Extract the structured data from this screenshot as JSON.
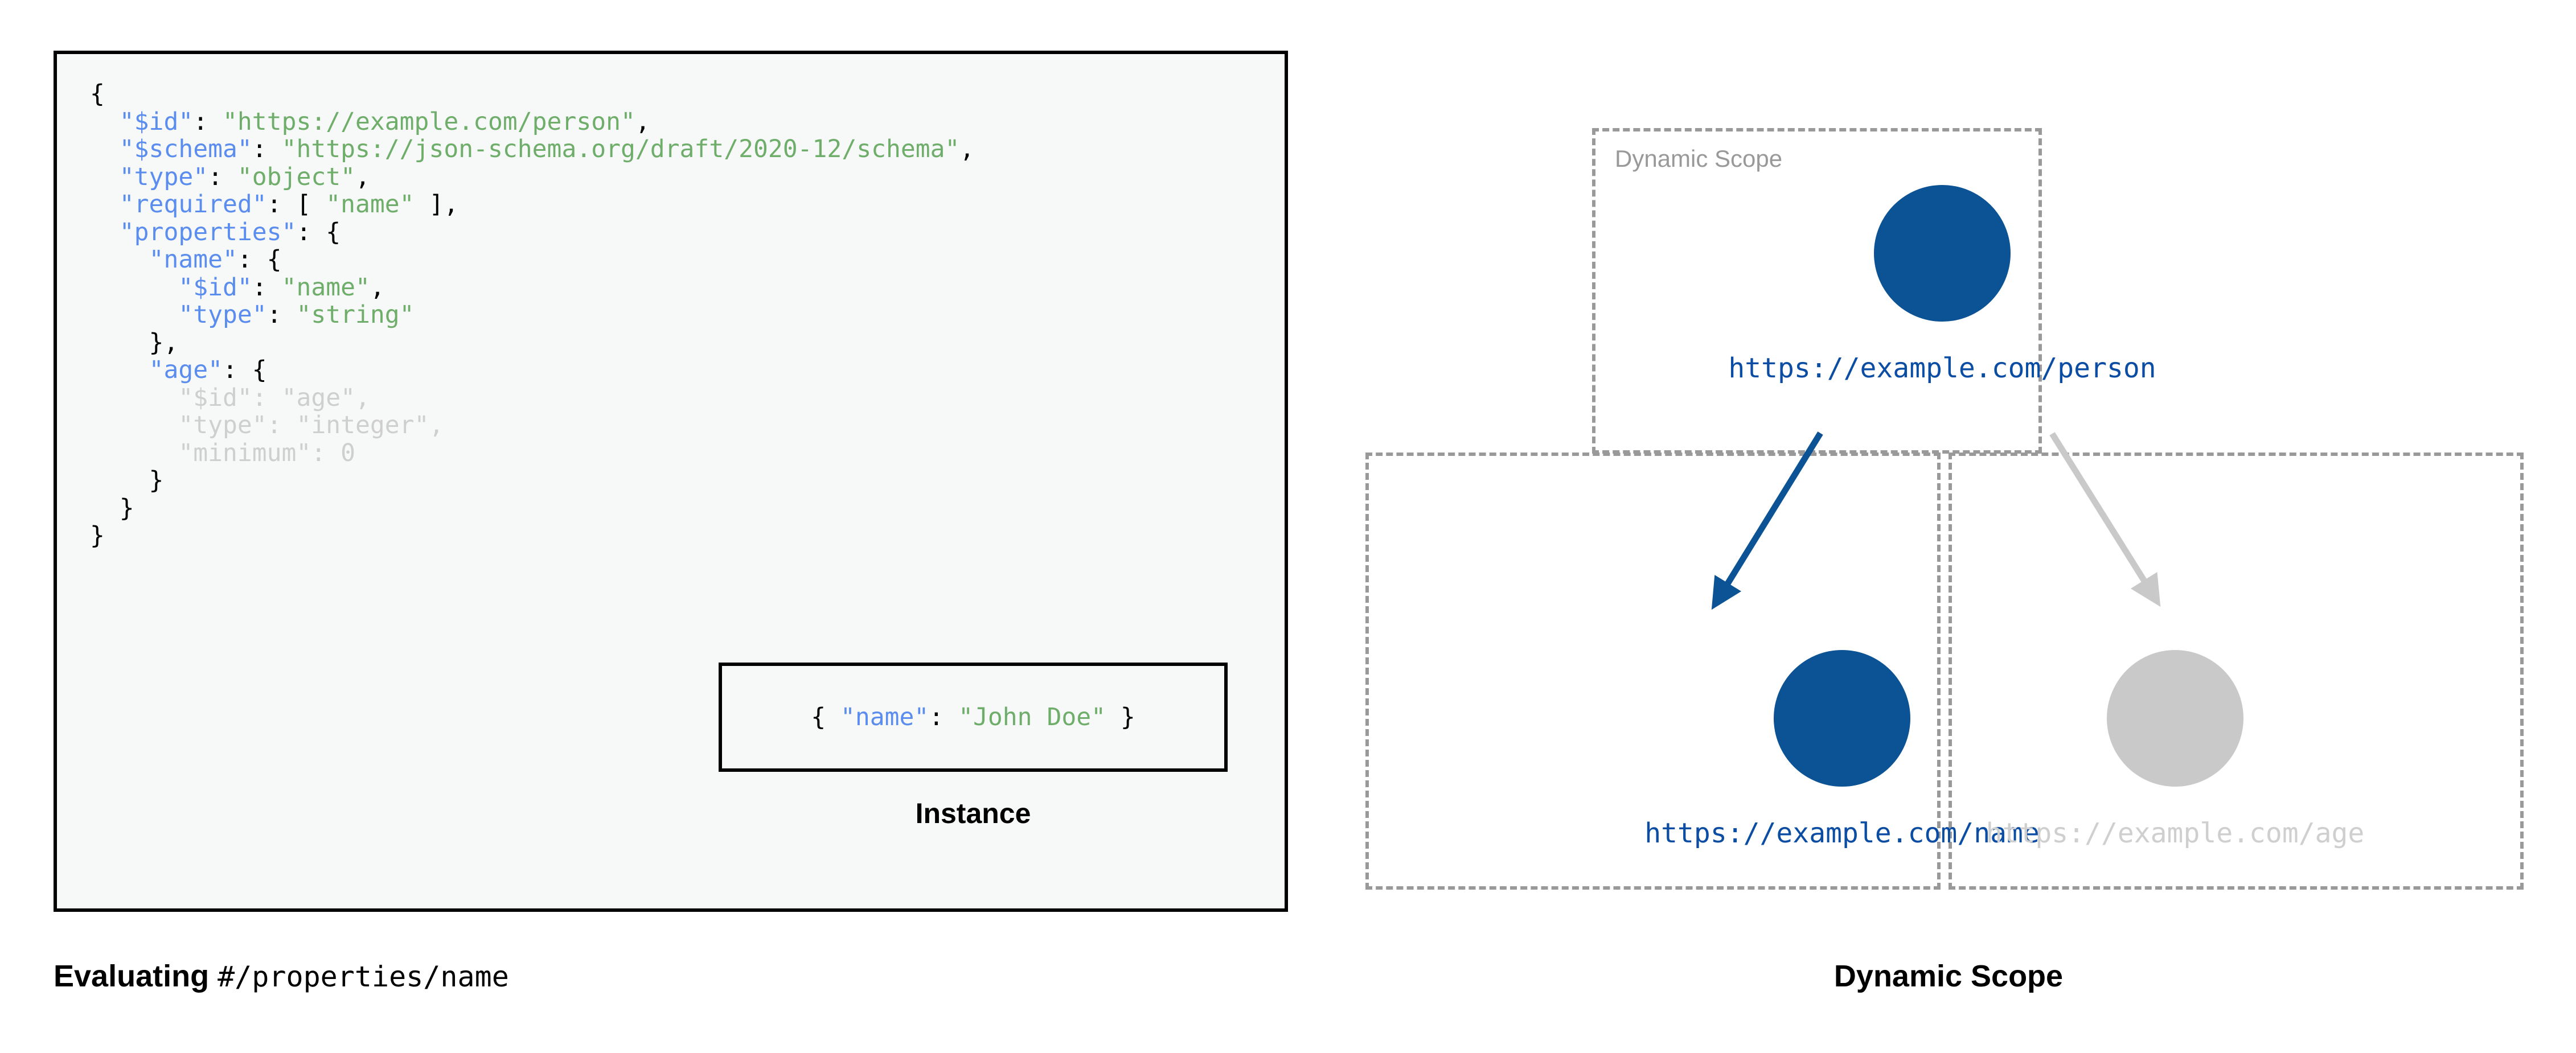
{
  "colors": {
    "key_blue": "#5b8def",
    "value_green": "#6fae6a",
    "punctuation": "#000000",
    "dimmed_gray": "#cfcfcf",
    "node_blue": "#0b5394",
    "node_gray": "#c9c9c9",
    "label_blue": "#0b4da2",
    "label_gray": "#cfcfcf",
    "dashed_border_gray": "#999999",
    "panel_background": "#f7f8f8",
    "panel_border": "#000000"
  },
  "schema_panel": {
    "code_lines": [
      [
        {
          "t": "{",
          "c": "p"
        }
      ],
      [
        {
          "t": "  ",
          "c": "p"
        },
        {
          "t": "\"$id\"",
          "c": "k"
        },
        {
          "t": ": ",
          "c": "p"
        },
        {
          "t": "\"https://example.com/person\"",
          "c": "v"
        },
        {
          "t": ",",
          "c": "p"
        }
      ],
      [
        {
          "t": "  ",
          "c": "p"
        },
        {
          "t": "\"$schema\"",
          "c": "k"
        },
        {
          "t": ": ",
          "c": "p"
        },
        {
          "t": "\"https://json-schema.org/draft/2020-12/schema\"",
          "c": "v"
        },
        {
          "t": ",",
          "c": "p"
        }
      ],
      [
        {
          "t": "  ",
          "c": "p"
        },
        {
          "t": "\"type\"",
          "c": "k"
        },
        {
          "t": ": ",
          "c": "p"
        },
        {
          "t": "\"object\"",
          "c": "v"
        },
        {
          "t": ",",
          "c": "p"
        }
      ],
      [
        {
          "t": "  ",
          "c": "p"
        },
        {
          "t": "\"required\"",
          "c": "k"
        },
        {
          "t": ": [ ",
          "c": "p"
        },
        {
          "t": "\"name\"",
          "c": "v"
        },
        {
          "t": " ],",
          "c": "p"
        }
      ],
      [
        {
          "t": "  ",
          "c": "p"
        },
        {
          "t": "\"properties\"",
          "c": "k"
        },
        {
          "t": ": {",
          "c": "p"
        }
      ],
      [
        {
          "t": "    ",
          "c": "p"
        },
        {
          "t": "\"name\"",
          "c": "k"
        },
        {
          "t": ": {",
          "c": "p"
        }
      ],
      [
        {
          "t": "      ",
          "c": "p"
        },
        {
          "t": "\"$id\"",
          "c": "k"
        },
        {
          "t": ": ",
          "c": "p"
        },
        {
          "t": "\"name\"",
          "c": "v"
        },
        {
          "t": ",",
          "c": "p"
        }
      ],
      [
        {
          "t": "      ",
          "c": "p"
        },
        {
          "t": "\"type\"",
          "c": "k"
        },
        {
          "t": ": ",
          "c": "p"
        },
        {
          "t": "\"string\"",
          "c": "v"
        }
      ],
      [
        {
          "t": "    },",
          "c": "p"
        }
      ],
      [
        {
          "t": "    ",
          "c": "p"
        },
        {
          "t": "\"age\"",
          "c": "k-soft"
        },
        {
          "t": ": {",
          "c": "p"
        }
      ],
      [
        {
          "t": "      ",
          "c": "dim-p"
        },
        {
          "t": "\"$id\"",
          "c": "dim-k"
        },
        {
          "t": ": ",
          "c": "dim-p"
        },
        {
          "t": "\"age\"",
          "c": "dim-v"
        },
        {
          "t": ",",
          "c": "dim-p"
        }
      ],
      [
        {
          "t": "      ",
          "c": "dim-p"
        },
        {
          "t": "\"type\"",
          "c": "dim-k"
        },
        {
          "t": ": ",
          "c": "dim-p"
        },
        {
          "t": "\"integer\"",
          "c": "dim-v"
        },
        {
          "t": ",",
          "c": "dim-p"
        }
      ],
      [
        {
          "t": "      ",
          "c": "dim-p"
        },
        {
          "t": "\"minimum\"",
          "c": "dim-k"
        },
        {
          "t": ": ",
          "c": "dim-p"
        },
        {
          "t": "0",
          "c": "dim-v"
        }
      ],
      [
        {
          "t": "    }",
          "c": "p"
        }
      ],
      [
        {
          "t": "  }",
          "c": "p"
        }
      ],
      [
        {
          "t": "}",
          "c": "p"
        }
      ]
    ]
  },
  "instance": {
    "code_parts": [
      {
        "t": "{ ",
        "c": "p"
      },
      {
        "t": "\"name\"",
        "c": "k"
      },
      {
        "t": ": ",
        "c": "p"
      },
      {
        "t": "\"John Doe\"",
        "c": "v"
      },
      {
        "t": " }",
        "c": "p"
      }
    ],
    "caption": "Instance"
  },
  "left_caption": {
    "bold_part": "Evaluating ",
    "mono_part": "#/properties/name"
  },
  "diagram": {
    "caption": "Dynamic Scope",
    "scope_label_root": "Dynamic Scope",
    "nodes": [
      {
        "id": "person",
        "label": "https://example.com/person",
        "state": "active"
      },
      {
        "id": "name",
        "label": "https://example.com/name",
        "state": "active"
      },
      {
        "id": "age",
        "label": "https://example.com/age",
        "state": "dimmed"
      }
    ],
    "edges": [
      {
        "from": "person",
        "to": "name",
        "state": "active"
      },
      {
        "from": "person",
        "to": "age",
        "state": "dimmed"
      }
    ]
  }
}
